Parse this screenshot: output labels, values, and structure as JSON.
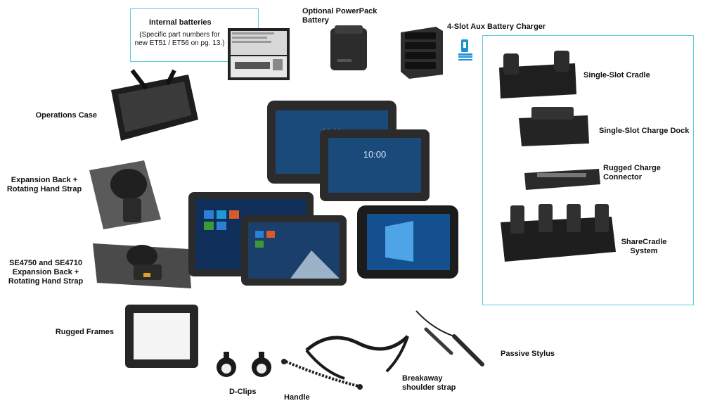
{
  "labels": {
    "internal_batteries": "Internal batteries",
    "internal_batteries_note": "(Specific part numbers for new ET51 / ET56 on pg. 13.)",
    "powerpack": "Optional PowerPack Battery",
    "aux_charger": "4-Slot Aux Battery Charger",
    "operations_case": "Operations Case",
    "expansion_back": "Expansion Back + Rotating Hand Strap",
    "se_expansion_back": "SE4750 and SE4710 Expansion Back + Rotating Hand Strap",
    "rugged_frames": "Rugged Frames",
    "d_clips": "D-Clips",
    "handle": "Handle",
    "shoulder_strap": "Breakaway shoulder strap",
    "stylus": "Passive Stylus",
    "single_slot_cradle": "Single-Slot Cradle",
    "single_slot_dock": "Single-Slot Charge Dock",
    "rugged_connector": "Rugged Charge Connector",
    "sharecradle": "ShareCradle System"
  },
  "screen_time": "10:00",
  "colors": {
    "accent_border": "#5ccbe0",
    "device_body": "#2b2b2b",
    "screen_blue": "#1a4a7a"
  }
}
